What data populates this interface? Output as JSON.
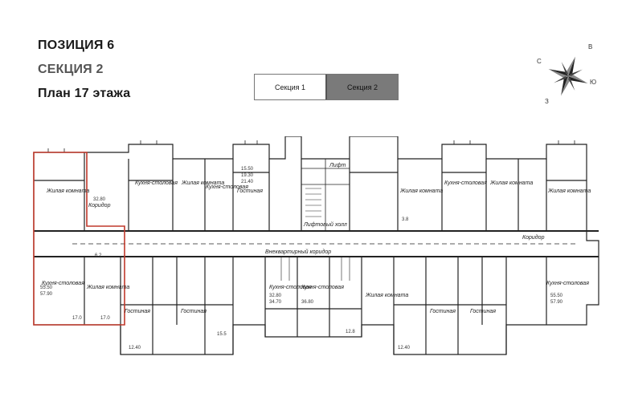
{
  "header": {
    "position": "ПОЗИЦИЯ 6",
    "section": "СЕКЦИЯ 2",
    "floor_plan": "План 17 этажа"
  },
  "tabs": [
    {
      "label": "Секция 1",
      "selected": false
    },
    {
      "label": "Секция 2",
      "selected": true
    }
  ],
  "compass": {
    "n": "С",
    "e": "В",
    "s": "Ю",
    "w": "З"
  },
  "plan": {
    "room_labels": {
      "living_room": "Жилая комната",
      "kitchen_dining": "Кухня-столовая",
      "guest": "Гостиная",
      "corridor": "Коридор",
      "elevator": "Лифт",
      "lift_hall": "Лифтовый холл",
      "floor_corridor": "Внеквартирный коридор"
    },
    "areas": [
      "12.40",
      "15.50",
      "19.30",
      "21.40",
      "32.80",
      "34.70",
      "36.80",
      "55.50",
      "57.90",
      "17.0",
      "15.5",
      "12.8",
      "6.2",
      "3.8"
    ]
  },
  "colors": {
    "accent": "#c0392b",
    "tab_selected": "#7a7a7a",
    "line": "#222222"
  }
}
